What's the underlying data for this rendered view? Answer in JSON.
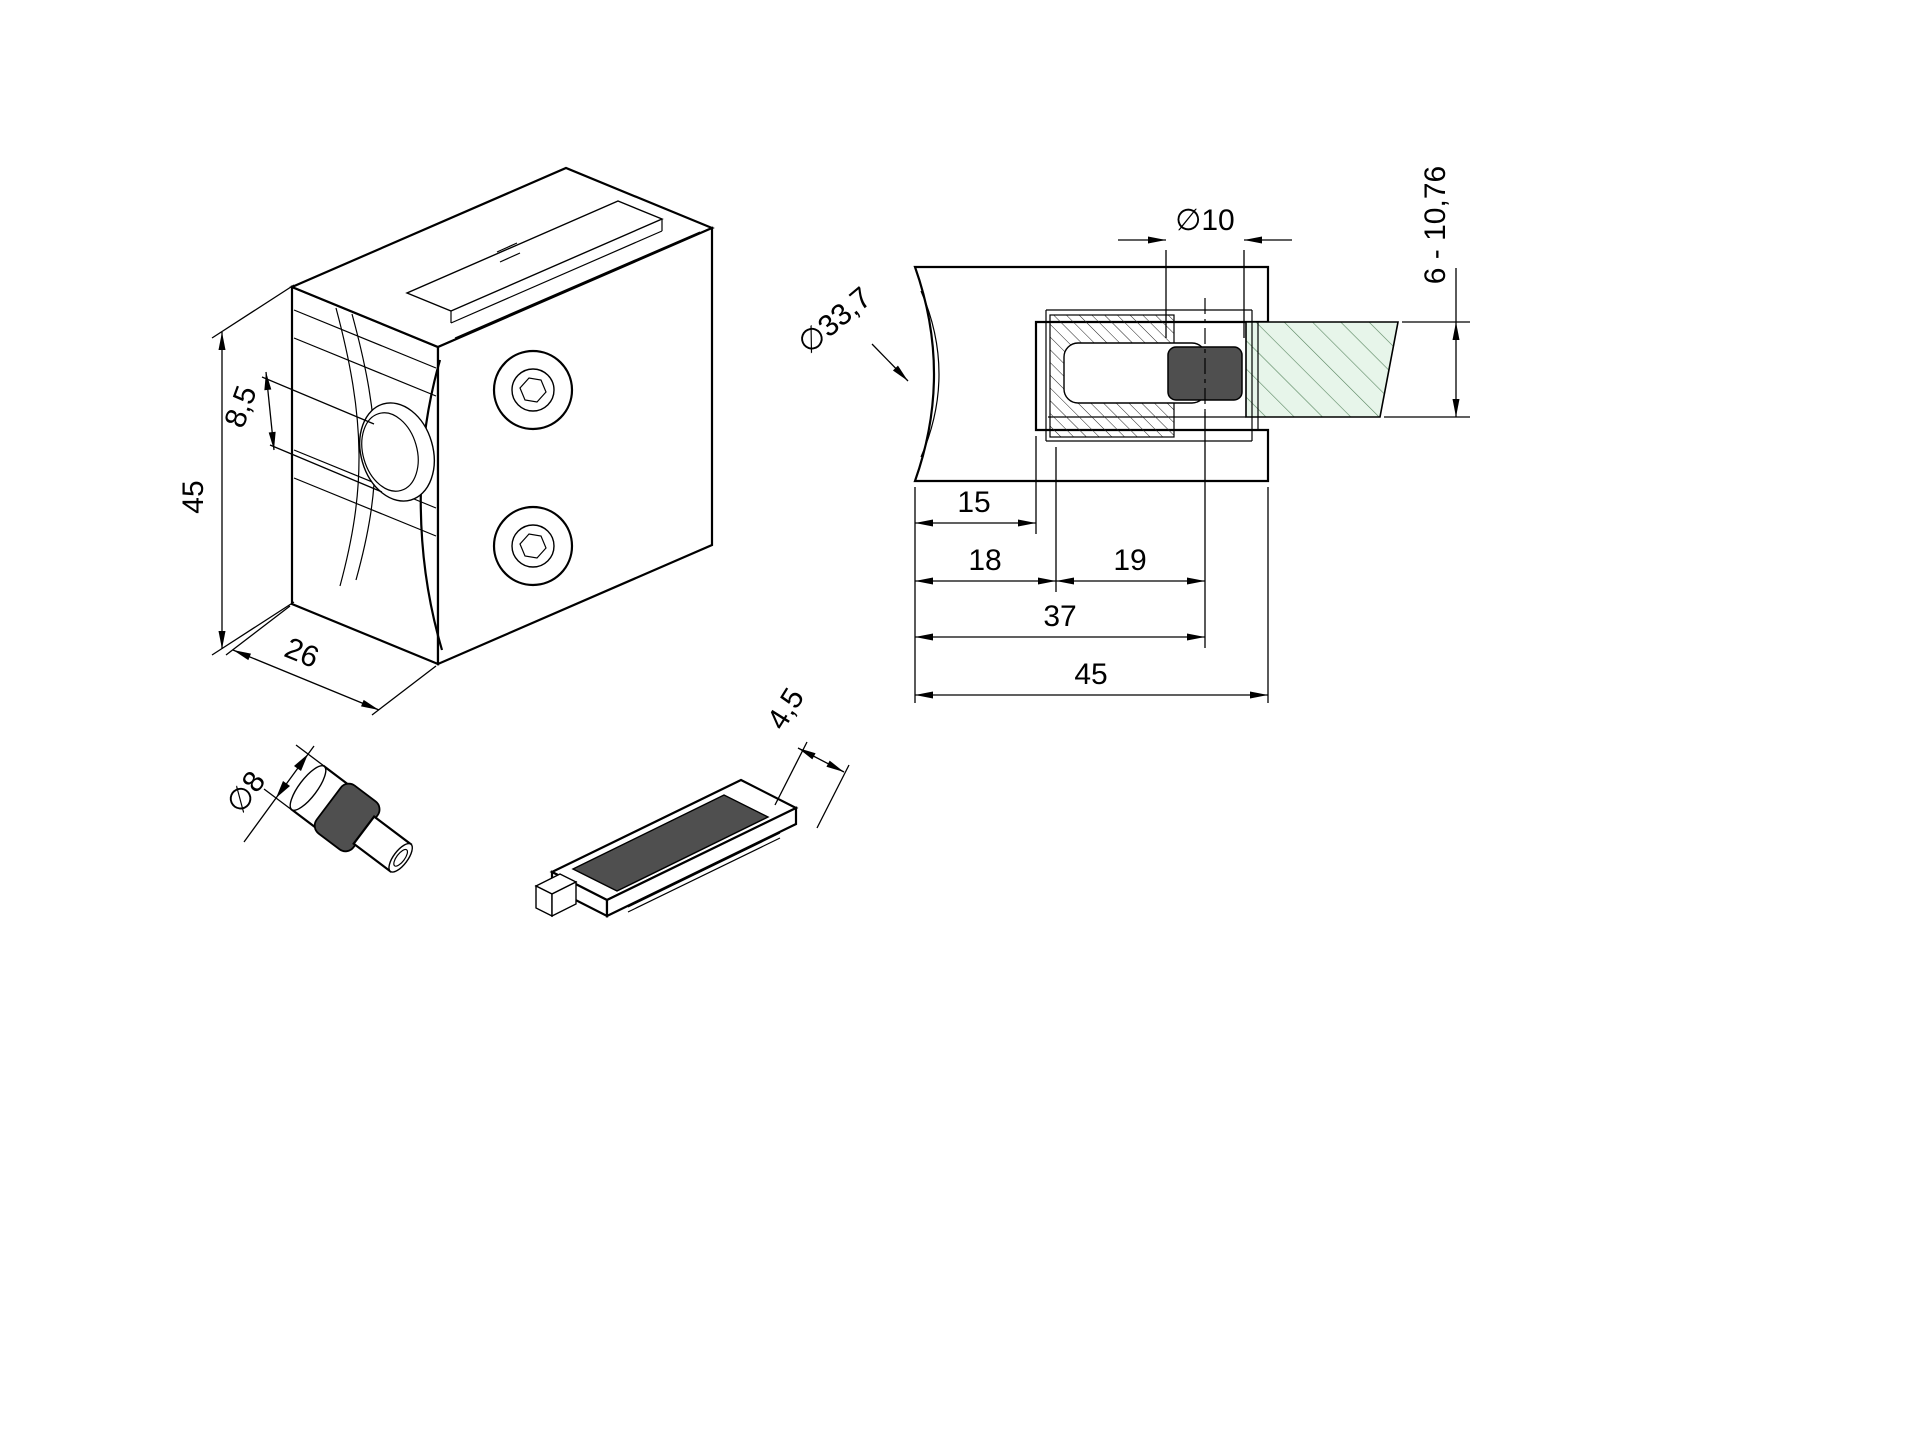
{
  "drawing": {
    "type": "technical_drawing",
    "subject": "glass-clamp-for-round-tube",
    "colors": {
      "line": "#000000",
      "glass_fill": "#e7f5ea",
      "glass_hatch": "#58855f",
      "rubber_fill": "#4f4f4f",
      "background": "#ffffff"
    },
    "views": {
      "isometric": "isometric-view",
      "section": "section-view",
      "pin": "pin-detail-view",
      "gasket": "gasket-detail-view"
    },
    "dims": {
      "iso_height": "45",
      "iso_depth": "26",
      "iso_hole": "8,5",
      "sec_pin_dia": "∅10",
      "sec_tube_dia": "∅33,7",
      "sec_glass_range": "6 - 10,76",
      "sec_15": "15",
      "sec_18": "18",
      "sec_19": "19",
      "sec_37": "37",
      "sec_45": "45",
      "pin_dia": "∅8",
      "gasket_thickness": "4,5"
    }
  }
}
